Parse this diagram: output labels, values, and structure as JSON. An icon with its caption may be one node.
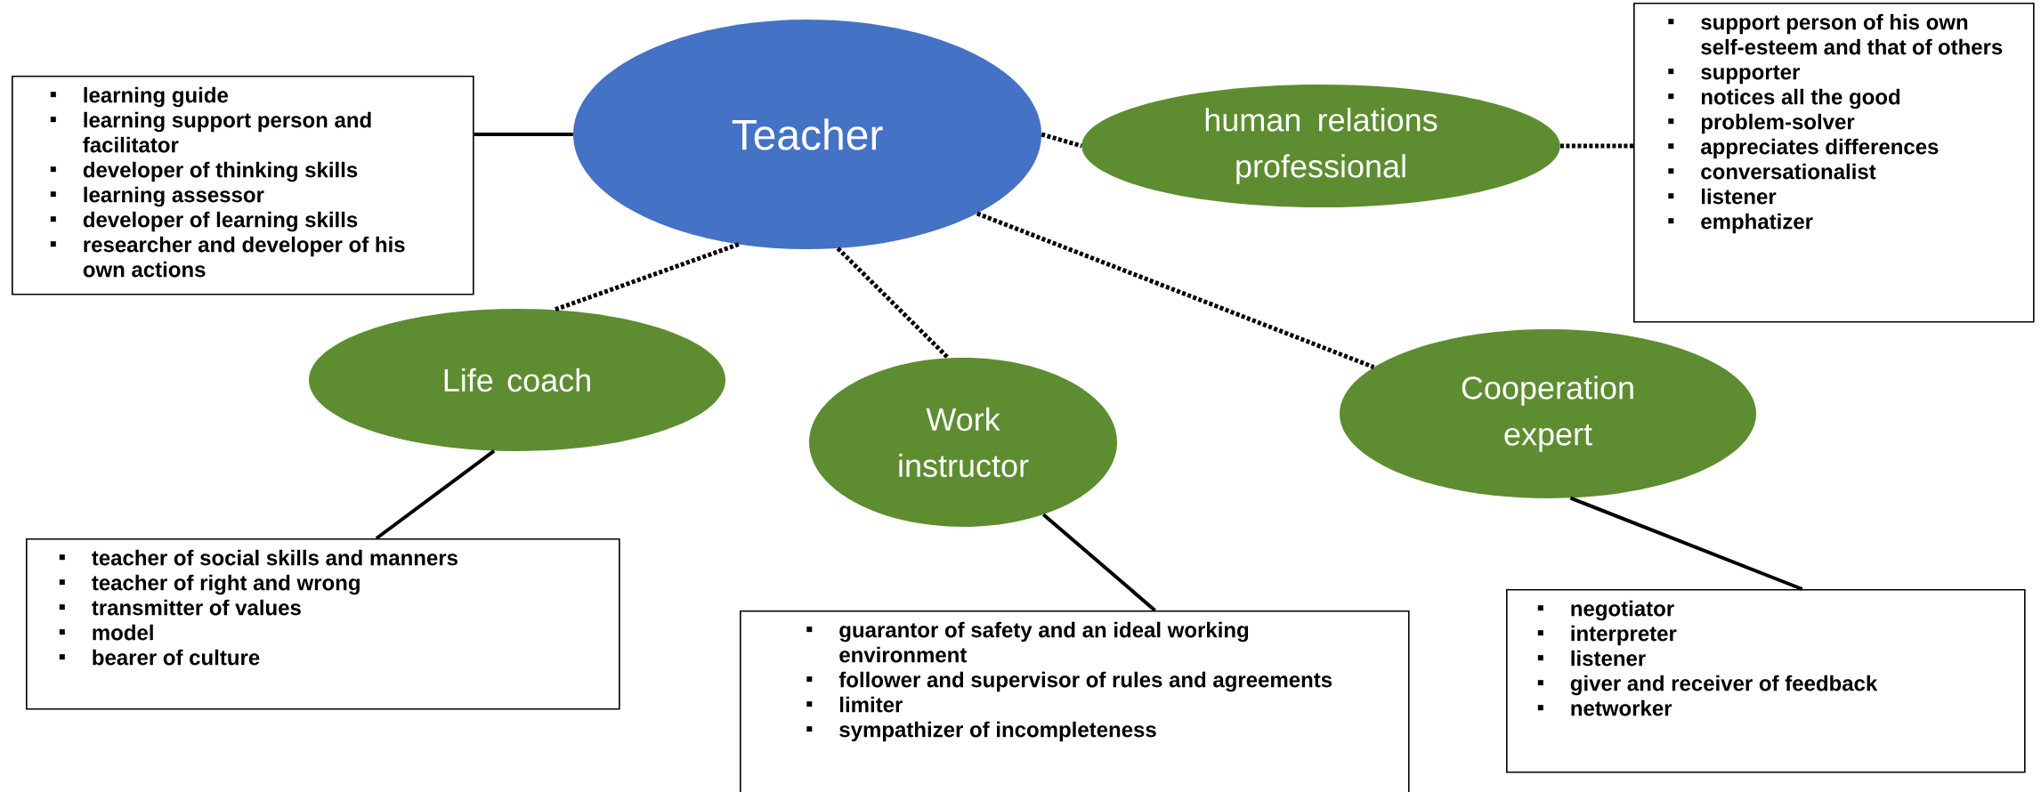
{
  "diagram": {
    "nodes": [
      {
        "text": [
          "learning guide",
          "learning support person and facilitator",
          "developer of thinking skills",
          "learning assessor",
          "developer of learning skills",
          "researcher and developer of his own actions"
        ]
      },
      {
        "text": [
          "Teacher"
        ]
      },
      {
        "text": [
          "human relations professional"
        ]
      },
      {
        "text": [
          "support person of his own self-esteem and that of others",
          "supporter",
          "notices all the good",
          "problem-solver",
          "appreciates differences",
          "conversationalist",
          "listener",
          "emphatizer"
        ]
      },
      {
        "text": [
          "Life coach"
        ]
      },
      {
        "text": [
          "Work instructor"
        ]
      },
      {
        "text": [
          "Cooperation expert"
        ]
      },
      {
        "text": [
          "teacher of social skills and manners",
          "teacher of right and wrong",
          "transmitter of values",
          "model",
          "bearer of culture"
        ]
      },
      {
        "text": [
          "guarantor of safety and an ideal working environment",
          "follower and supervisor of rules and agreements",
          "limiter",
          "sympathizer of incompleteness"
        ]
      },
      {
        "text": [
          "negotiator",
          "interpreter",
          "listener",
          "giver and receiver of feedback",
          "networker"
        ]
      }
    ],
    "edges": [
      {
        "from": 0,
        "to": 1,
        "arrow": "none"
      },
      {
        "from": 1,
        "to": 2,
        "arrow": "none",
        "style": "dashed"
      },
      {
        "from": 2,
        "to": 3,
        "arrow": "none",
        "style": "dashed"
      },
      {
        "from": 1,
        "to": 4,
        "arrow": "none",
        "style": "dashed"
      },
      {
        "from": 1,
        "to": 5,
        "arrow": "none",
        "style": "dashed"
      },
      {
        "from": 1,
        "to": 6,
        "arrow": "none",
        "style": "dashed"
      },
      {
        "from": 4,
        "to": 7,
        "arrow": "none"
      },
      {
        "from": 5,
        "to": 8,
        "arrow": "none"
      },
      {
        "from": 6,
        "to": 9,
        "arrow": "none"
      }
    ]
  }
}
